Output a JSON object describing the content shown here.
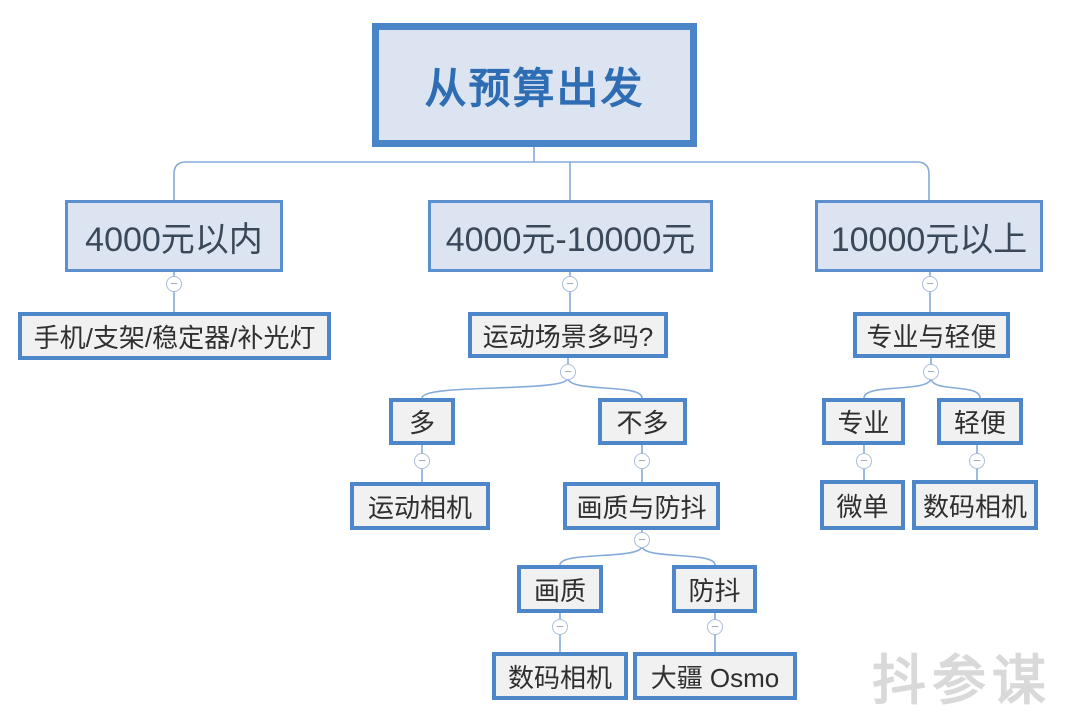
{
  "tree": {
    "label": "从预算出发",
    "children": [
      {
        "label": "4000元以内",
        "children": [
          {
            "label": "手机/支架/稳定器/补光灯",
            "children": []
          }
        ]
      },
      {
        "label": "4000元-10000元",
        "children": [
          {
            "label": "运动场景多吗?",
            "children": [
              {
                "label": "多",
                "children": [
                  {
                    "label": "运动相机",
                    "children": []
                  }
                ]
              },
              {
                "label": "不多",
                "children": [
                  {
                    "label": "画质与防抖",
                    "children": [
                      {
                        "label": "画质",
                        "children": [
                          {
                            "label": "数码相机",
                            "children": []
                          }
                        ]
                      },
                      {
                        "label": "防抖",
                        "children": [
                          {
                            "label": "大疆 Osmo",
                            "children": []
                          }
                        ]
                      }
                    ]
                  }
                ]
              }
            ]
          }
        ]
      },
      {
        "label": "10000元以上",
        "children": [
          {
            "label": "专业与轻便",
            "children": [
              {
                "label": "专业",
                "children": [
                  {
                    "label": "微单",
                    "children": []
                  }
                ]
              },
              {
                "label": "轻便",
                "children": [
                  {
                    "label": "数码相机",
                    "children": []
                  }
                ]
              }
            ]
          }
        ]
      }
    ]
  },
  "icons": {
    "collapse": "−"
  },
  "watermark": {
    "text": "抖参谋"
  },
  "colors": {
    "node_border_strong": "#4a85c7",
    "node_border": "#4d87c9",
    "node_fill_blue": "#dbe4f0",
    "node_fill_gray": "#f1f1f1",
    "root_text": "#2e6cb3",
    "connector": "#85abdb",
    "watermark_text": "#d9d9d9"
  }
}
